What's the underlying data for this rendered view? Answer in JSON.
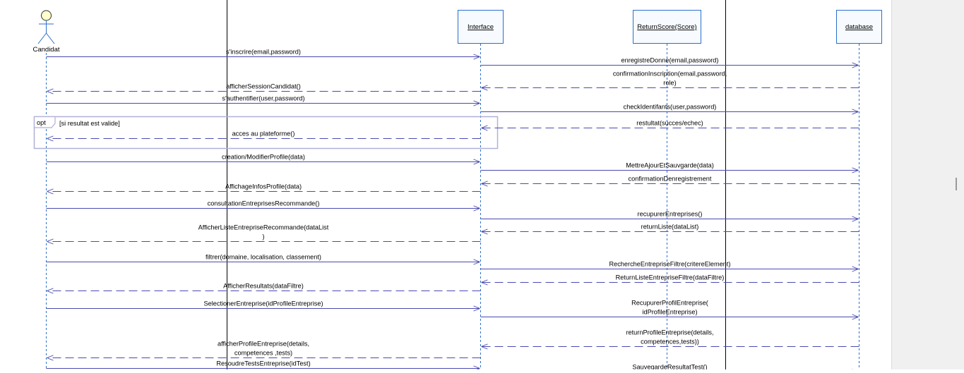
{
  "participants": [
    {
      "id": "candidat",
      "label": "Candidat",
      "kind": "actor"
    },
    {
      "id": "interface",
      "label": "Interface",
      "kind": "object"
    },
    {
      "id": "returnscore",
      "label": "ReturnScore(Score)",
      "kind": "object"
    },
    {
      "id": "database",
      "label": "database",
      "kind": "object"
    }
  ],
  "fragment": {
    "operator": "opt",
    "guard": "[si resultat est valide]"
  },
  "messages": [
    {
      "from": "candidat",
      "to": "interface",
      "type": "call",
      "lines": [
        "s'inscrire(email,password)"
      ]
    },
    {
      "from": "interface",
      "to": "database",
      "type": "call",
      "lines": [
        "enregistreDonne(email,password)"
      ]
    },
    {
      "from": "database",
      "to": "interface",
      "type": "return",
      "lines": [
        "confirmationInscription(email,password,",
        "role)"
      ]
    },
    {
      "from": "interface",
      "to": "candidat",
      "type": "return",
      "lines": [
        "afficherSessionCandidat()"
      ]
    },
    {
      "from": "candidat",
      "to": "interface",
      "type": "call",
      "lines": [
        "s'authentifier(user,password)"
      ]
    },
    {
      "from": "interface",
      "to": "database",
      "type": "call",
      "lines": [
        "checkIdentifants(user,password)"
      ]
    },
    {
      "from": "database",
      "to": "interface",
      "type": "return",
      "lines": [
        "restultat(succes/echec)"
      ]
    },
    {
      "from": "interface",
      "to": "candidat",
      "type": "return",
      "lines": [
        "acces au plateforme()"
      ]
    },
    {
      "from": "candidat",
      "to": "interface",
      "type": "call",
      "lines": [
        "creation/ModifierProfile(data)"
      ]
    },
    {
      "from": "interface",
      "to": "database",
      "type": "call",
      "lines": [
        "MettreAjourEtSauvgarde(data)"
      ]
    },
    {
      "from": "database",
      "to": "interface",
      "type": "return",
      "lines": [
        "confirmationDenregistrement"
      ]
    },
    {
      "from": "interface",
      "to": "candidat",
      "type": "return",
      "lines": [
        "AffichageInfosProfile(data)"
      ]
    },
    {
      "from": "candidat",
      "to": "interface",
      "type": "call",
      "lines": [
        "consultationEntreprisesRecommande()"
      ]
    },
    {
      "from": "interface",
      "to": "database",
      "type": "call",
      "lines": [
        "recupurerEntreprises()"
      ]
    },
    {
      "from": "database",
      "to": "interface",
      "type": "return",
      "lines": [
        "returnListe(dataList)"
      ]
    },
    {
      "from": "interface",
      "to": "candidat",
      "type": "return",
      "lines": [
        "AfficherListeEntrepriseRecommande(dataList",
        ")"
      ]
    },
    {
      "from": "candidat",
      "to": "interface",
      "type": "call",
      "lines": [
        "filtrer(domaine, localisation, classement)"
      ]
    },
    {
      "from": "interface",
      "to": "database",
      "type": "call",
      "lines": [
        "RechercheEntrepriseFiltre(critereElement)"
      ]
    },
    {
      "from": "database",
      "to": "interface",
      "type": "return",
      "lines": [
        "ReturnListeEntrepriseFiltre(dataFiltre)"
      ]
    },
    {
      "from": "interface",
      "to": "candidat",
      "type": "return",
      "lines": [
        "AfficherResultats(dataFiltre)"
      ]
    },
    {
      "from": "candidat",
      "to": "interface",
      "type": "call",
      "lines": [
        "SelectionerEntreprise(idProfileEntreprise)"
      ]
    },
    {
      "from": "interface",
      "to": "database",
      "type": "call",
      "lines": [
        "RecupurerProfilEntreprise(",
        "idProfileEntreprise)"
      ]
    },
    {
      "from": "database",
      "to": "interface",
      "type": "return",
      "lines": [
        "returnProfileEntreprise(details,",
        "competences,tests))"
      ]
    },
    {
      "from": "interface",
      "to": "candidat",
      "type": "return",
      "lines": [
        "afficherProfileEntreprise(details,",
        "competences ,tests)"
      ]
    },
    {
      "from": "candidat",
      "to": "interface",
      "type": "call",
      "lines": [
        "ResoudreTestsEntreprise(idTest)"
      ]
    },
    {
      "from": "interface",
      "to": "database",
      "type": "call",
      "lines": [
        "SauvegardeResultatTest()"
      ]
    }
  ]
}
